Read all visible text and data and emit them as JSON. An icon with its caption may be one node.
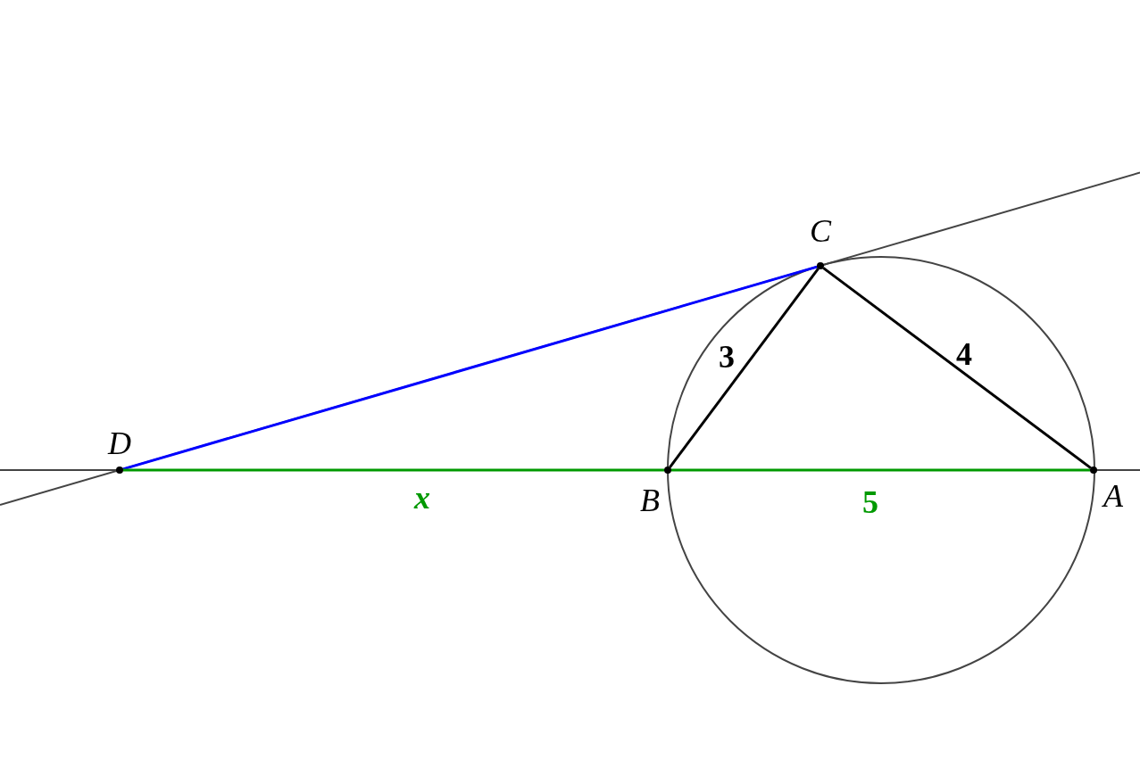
{
  "diagram": {
    "nodes": [
      {
        "text": [
          "D"
        ]
      },
      {
        "text": [
          "C"
        ]
      },
      {
        "text": [
          "B"
        ]
      },
      {
        "text": [
          "A"
        ]
      }
    ],
    "edges": [
      {
        "from": 0,
        "to": 1,
        "arrow": "none",
        "color": "#0000ff"
      },
      {
        "from": 0,
        "to": 2,
        "arrow": "none",
        "label": "x",
        "color": "#009900"
      },
      {
        "from": 2,
        "to": 3,
        "arrow": "none",
        "label": "5",
        "color": "#009900"
      },
      {
        "from": 2,
        "to": 1,
        "arrow": "none",
        "label": "3",
        "color": "#000000"
      },
      {
        "from": 1,
        "to": 3,
        "arrow": "none",
        "label": "4",
        "color": "#000000"
      }
    ]
  }
}
